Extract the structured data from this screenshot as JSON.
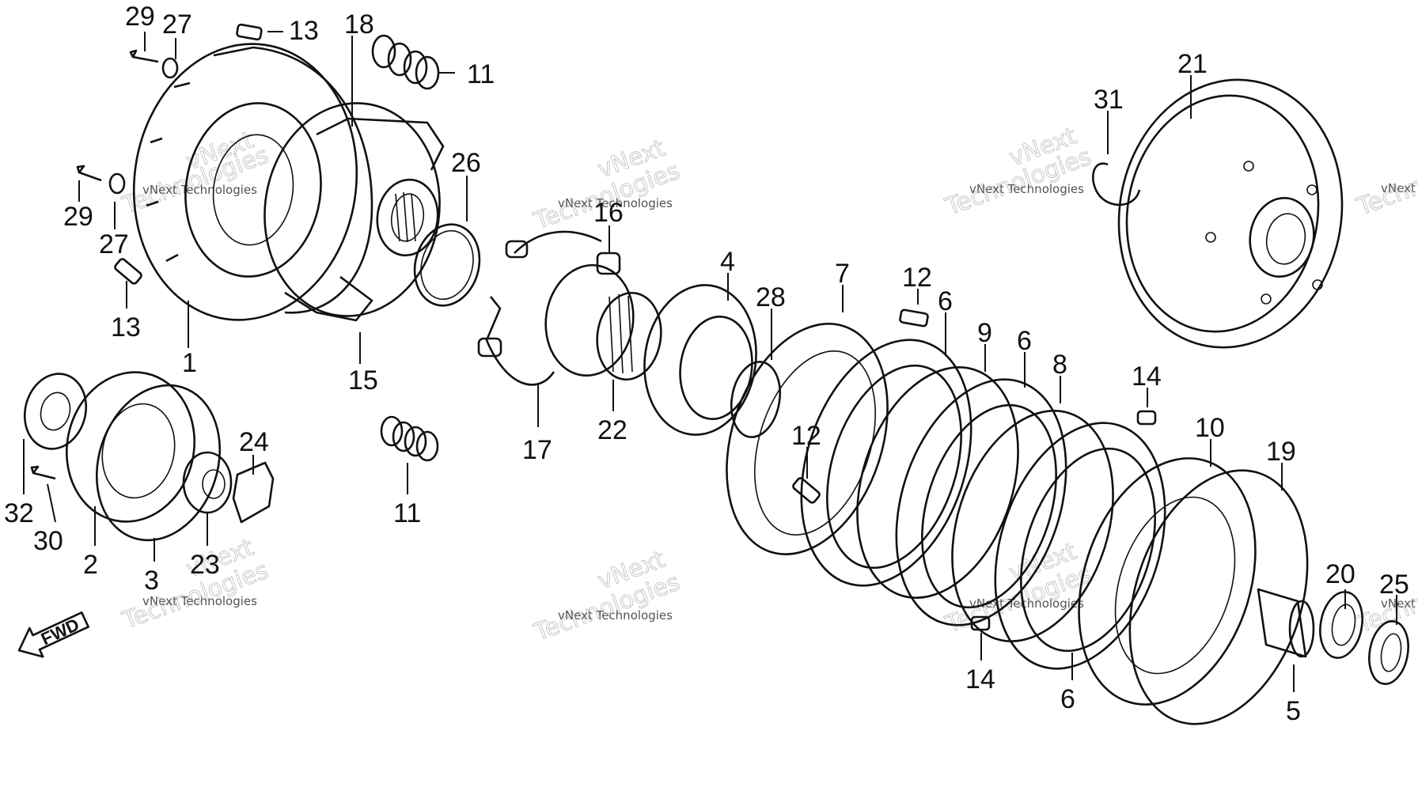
{
  "watermark": {
    "brand": "vNext",
    "company": "Technologies",
    "line": "vNext Technologies"
  },
  "direction_label": "FWD",
  "callouts": [
    "29",
    "27",
    "13",
    "18",
    "11",
    "26",
    "21",
    "31",
    "29",
    "27",
    "13",
    "1",
    "15",
    "16",
    "17",
    "22",
    "4",
    "28",
    "7",
    "12",
    "6",
    "9",
    "6",
    "8",
    "14",
    "10",
    "19",
    "12",
    "32",
    "30",
    "2",
    "3",
    "23",
    "24",
    "11",
    "6",
    "14",
    "5",
    "20",
    "25"
  ]
}
